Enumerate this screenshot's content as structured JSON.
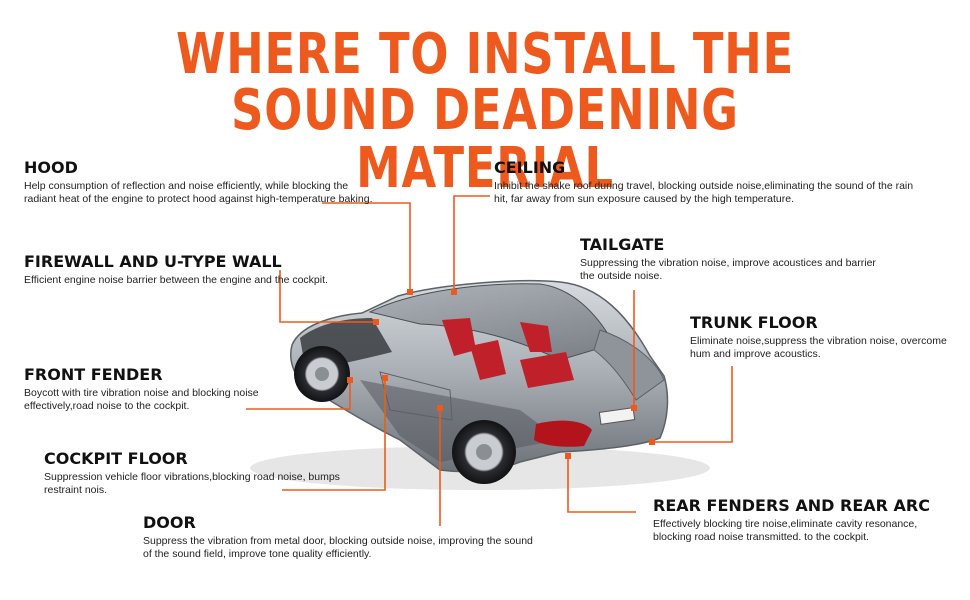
{
  "title": {
    "line1": "WHERE TO INSTALL THE",
    "line2": "SOUND DEADENING MATERIAL"
  },
  "callouts": {
    "hood": {
      "heading": "HOOD",
      "text": "Help consumption of reflection and noise efficiently, while blocking the radiant heat of the engine to protect hood against high-temperature baking."
    },
    "ceiling": {
      "heading": "CEILING",
      "text": "Inhibit the shake roof during travel, blocking outside noise,eliminating the sound of the rain hit, far away from sun exposure caused by the high temperature."
    },
    "firewall": {
      "heading": "FIREWALL AND U-TYPE WALL",
      "text": "Efficient engine noise barrier between the engine and the cockpit."
    },
    "tailgate": {
      "heading": "TAILGATE",
      "text": "Suppressing the vibration noise, improve acoustices and barrier the outside noise."
    },
    "trunk_floor": {
      "heading": "TRUNK FLOOR",
      "text": "Eliminate noise,suppress the vibration noise, overcome hum and improve acoustics."
    },
    "front_fender": {
      "heading": "FRONT FENDER",
      "text": "Boycott with tire vibration noise and blocking noise effectively,road noise to the cockpit."
    },
    "cockpit_floor": {
      "heading": "COCKPIT FLOOR",
      "text": "Suppression vehicle floor vibrations,blocking road noise, bumps restraint nois."
    },
    "door": {
      "heading": "DOOR",
      "text": "Suppress the vibration from metal door, blocking outside noise, improving the sound of the sound field, improve tone quality efficiently."
    },
    "rear_fenders": {
      "heading": "REAR FENDERS AND REAR ARC",
      "text": "Effectively blocking tire noise,eliminate cavity resonance, blocking road noise transmitted. to the cockpit."
    }
  },
  "colors": {
    "accent": "#ee5a1d",
    "heading": "#111111",
    "body_text": "#222222",
    "car_body": "#a7adb3",
    "car_dark": "#3a3d42",
    "seat_red": "#c0202a"
  }
}
